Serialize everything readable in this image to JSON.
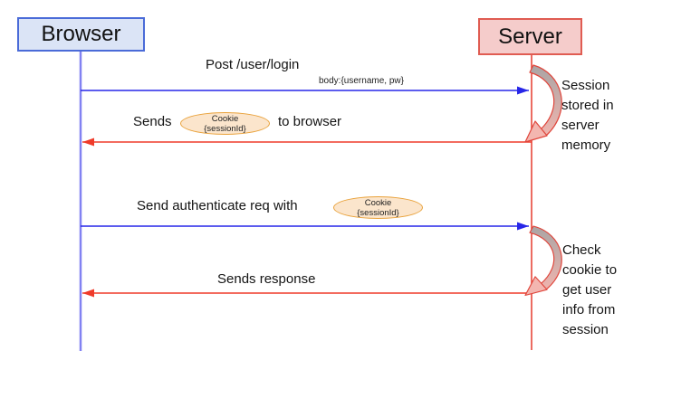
{
  "diagram": {
    "title_hint": "session-auth-sequence",
    "actors": {
      "browser": {
        "label": "Browser"
      },
      "server": {
        "label": "Server"
      }
    },
    "messages": {
      "post_login": {
        "label": "Post /user/login",
        "sublabel": "body:{username, pw}"
      },
      "sends_cookie": {
        "prefix": "Sends",
        "suffix": "to browser"
      },
      "auth_req": {
        "prefix": "Send authenticate req with"
      },
      "sends_response": {
        "label": "Sends response"
      }
    },
    "cookie_token": {
      "title": "Cookie",
      "value": "{sessionId}"
    },
    "notes": {
      "session_stored": "Session\nstored in\nserver\nmemory",
      "check_cookie": "Check\ncookie to\nget user\ninfo from\nsession"
    },
    "colors": {
      "browser_fill": "#dbe4f6",
      "browser_border": "#4a6bd8",
      "browser_lifeline": "#8282f2",
      "server_fill": "#f5cccb",
      "server_border": "#e05c52",
      "server_lifeline": "#e8463a",
      "blue_arrow": "#2726e8",
      "red_arrow": "#ef3b2a",
      "cookie_fill": "#fbe5cc",
      "cookie_border": "#e9a23b",
      "loop_stroke": "#e0463c"
    }
  }
}
